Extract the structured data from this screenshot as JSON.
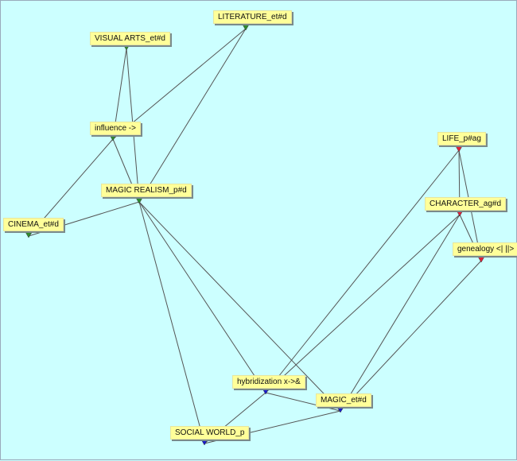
{
  "nodes": [
    {
      "id": "literature",
      "label": "LITERATURE_et#d",
      "group": "green"
    },
    {
      "id": "visual_arts",
      "label": "VISUAL ARTS_et#d",
      "group": "green"
    },
    {
      "id": "influence",
      "label": "influence ->",
      "group": "green"
    },
    {
      "id": "magic_realism",
      "label": "MAGIC REALISM_p#d",
      "group": "green"
    },
    {
      "id": "cinema",
      "label": "CINEMA_et#d",
      "group": "green"
    },
    {
      "id": "life",
      "label": "LIFE_p#ag",
      "group": "red"
    },
    {
      "id": "character",
      "label": "CHARACTER_ag#d",
      "group": "red"
    },
    {
      "id": "genealogy",
      "label": "genealogy <| ||>",
      "group": "red"
    },
    {
      "id": "hybridization",
      "label": "hybridization x->&",
      "group": "blue"
    },
    {
      "id": "magic_et",
      "label": "MAGIC_et#d",
      "group": "blue"
    },
    {
      "id": "social_world",
      "label": "SOCIAL WORLD_p",
      "group": "blue"
    }
  ],
  "edges": [
    [
      "visual_arts",
      "influence"
    ],
    [
      "visual_arts",
      "magic_realism"
    ],
    [
      "literature",
      "influence"
    ],
    [
      "literature",
      "magic_realism"
    ],
    [
      "influence",
      "magic_realism"
    ],
    [
      "influence",
      "cinema"
    ],
    [
      "magic_realism",
      "cinema"
    ],
    [
      "magic_realism",
      "social_world"
    ],
    [
      "magic_realism",
      "hybridization"
    ],
    [
      "magic_realism",
      "magic_et"
    ],
    [
      "life",
      "hybridization"
    ],
    [
      "life",
      "character"
    ],
    [
      "life",
      "genealogy"
    ],
    [
      "character",
      "hybridization"
    ],
    [
      "character",
      "magic_et"
    ],
    [
      "character",
      "genealogy"
    ],
    [
      "genealogy",
      "magic_et"
    ],
    [
      "hybridization",
      "magic_et"
    ],
    [
      "hybridization",
      "social_world"
    ],
    [
      "magic_et",
      "social_world"
    ]
  ],
  "colors": {
    "background": "#ccffff",
    "node": "#ffff99",
    "green": "#2e8b2e",
    "red": "#e0203a",
    "blue": "#1a1ad0",
    "edge": "#555555"
  }
}
